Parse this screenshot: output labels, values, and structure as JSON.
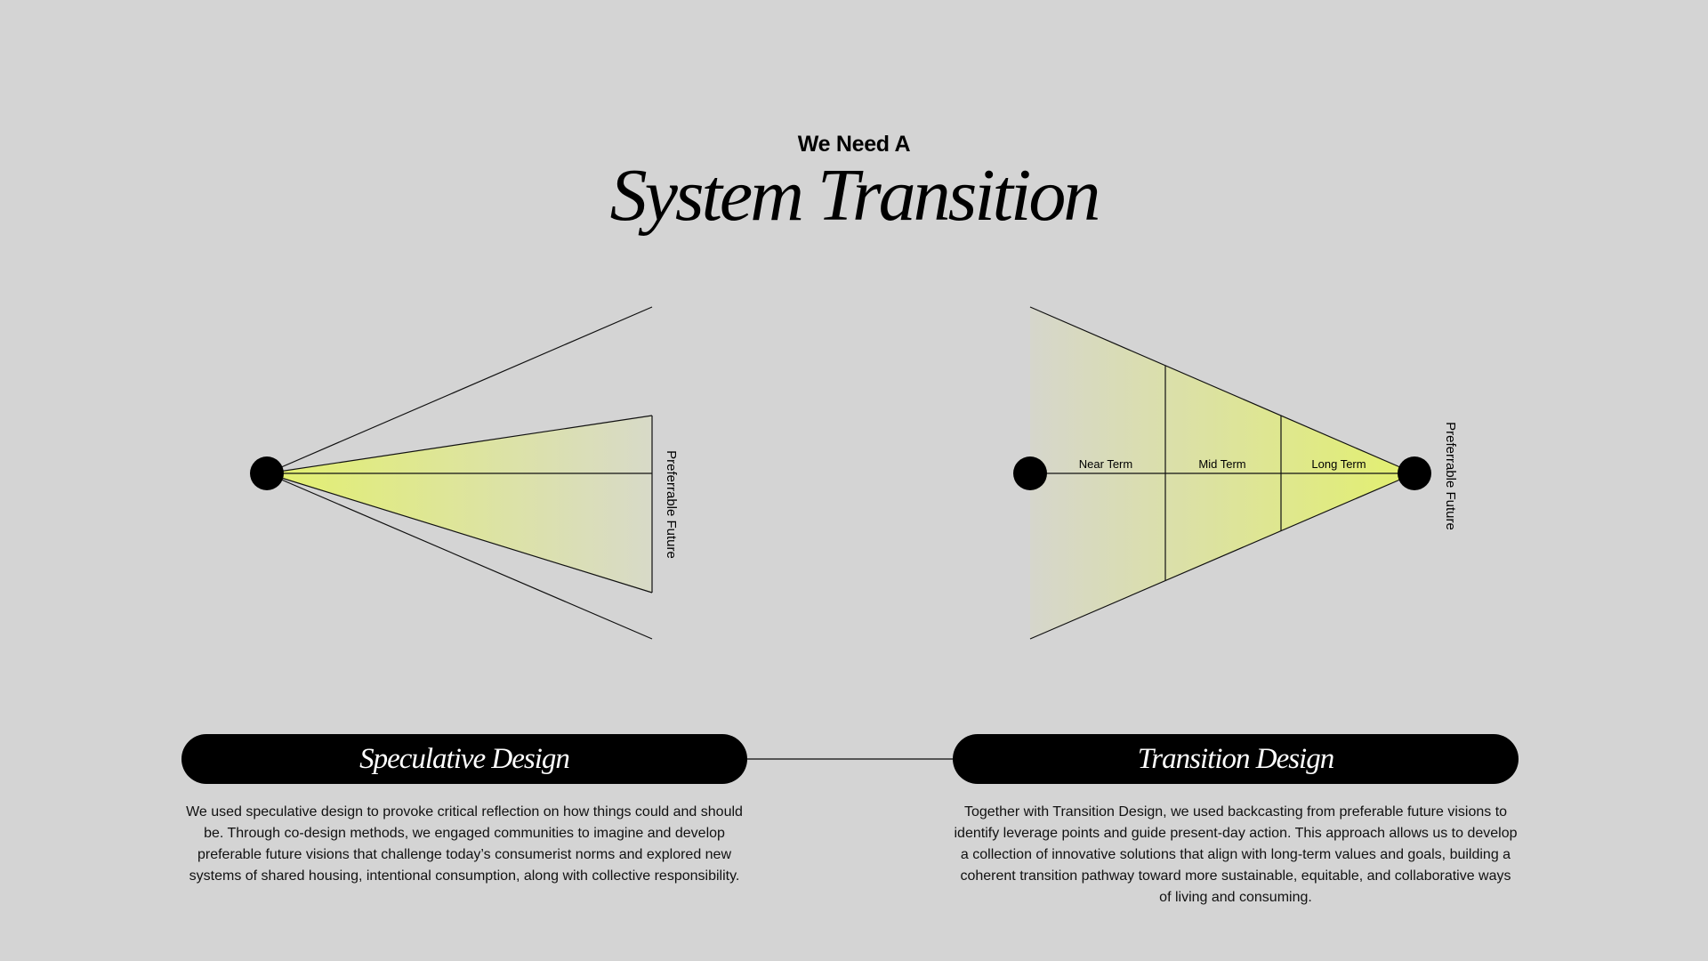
{
  "header": {
    "kicker": "We Need A",
    "title": "System Transition"
  },
  "left_diagram": {
    "end_label": "Preferrable Future"
  },
  "right_diagram": {
    "end_label": "Preferrable Future",
    "segments": [
      "Near Term",
      "Mid Term",
      "Long Term"
    ]
  },
  "cards": [
    {
      "title": "Speculative Design",
      "text": "We used speculative design to provoke critical reflection on how things could and should be. Through co-design methods, we engaged communities to imagine and develop preferable future visions that challenge today’s consumerist norms and explored new systems of shared housing, intentional consumption, along with collective responsibility."
    },
    {
      "title": "Transition Design",
      "text": "Together with Transition Design, we used backcasting from preferable future visions to identify leverage points and guide present-day action. This approach allows us to develop a collection of innovative solutions that align with long-term values and goals, building a coherent transition pathway toward more sustainable, equitable, and collaborative ways of living and consuming."
    }
  ],
  "colors": {
    "background": "#d4d4d4",
    "accent": "#e3f06e",
    "ink": "#000000"
  }
}
